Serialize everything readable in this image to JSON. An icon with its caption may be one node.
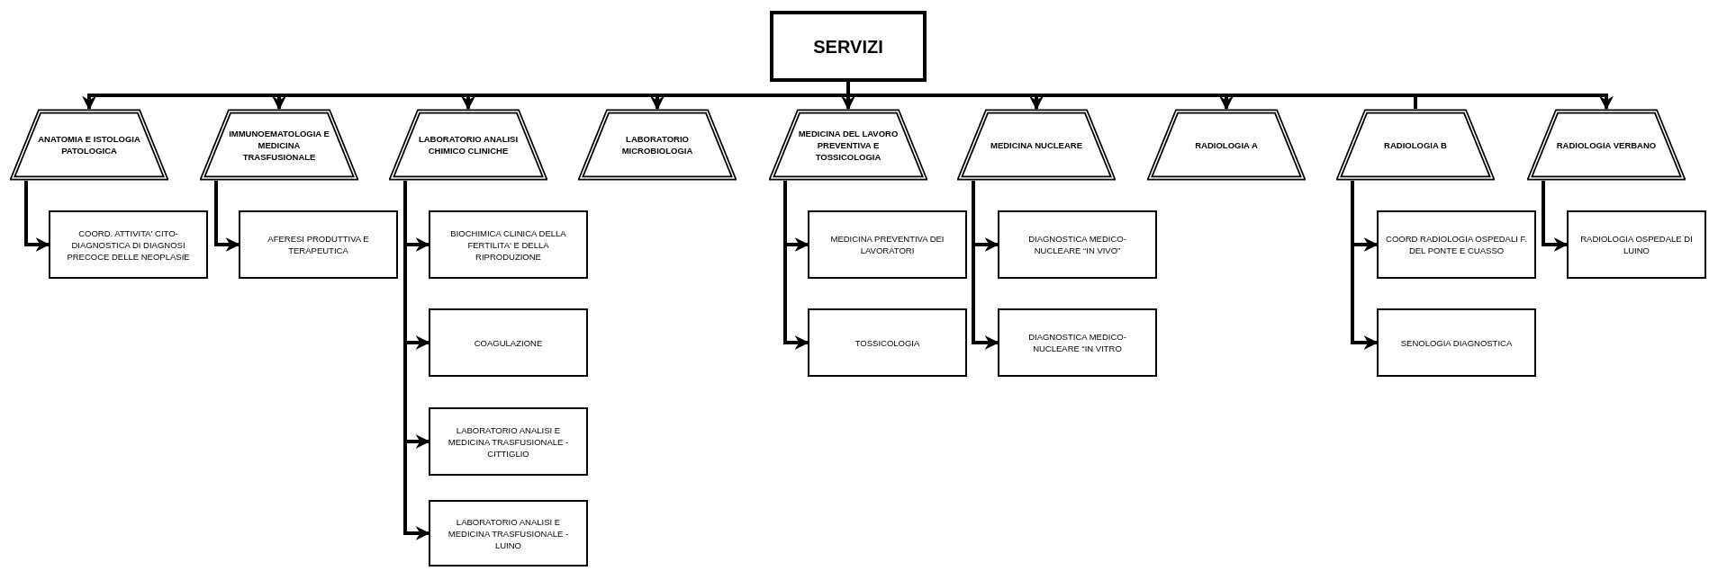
{
  "diagram": {
    "nodes": [
      {
        "text": [
          "SERVIZI"
        ]
      },
      {
        "text": [
          "ANATOMIA E ISTOLOGIA PATOLOGICA"
        ]
      },
      {
        "text": [
          "IMMUNOEMATOLOGIA E MEDICINA TRASFUSIONALE"
        ]
      },
      {
        "text": [
          "LABORATORIO ANALISI CHIMICO CLINICHE"
        ]
      },
      {
        "text": [
          "LABORATORIO MICROBIOLOGIA"
        ]
      },
      {
        "text": [
          "MEDICINA DEL LAVORO PREVENTIVA E TOSSICOLOGIA"
        ]
      },
      {
        "text": [
          "MEDICINA NUCLEARE"
        ]
      },
      {
        "text": [
          "RADIOLOGIA A"
        ]
      },
      {
        "text": [
          "RADIOLOGIA B"
        ]
      },
      {
        "text": [
          "RADIOLOGIA VERBANO"
        ]
      },
      {
        "text": [
          "COORD. ATTIVITA' CITO-DIAGNOSTICA DI DIAGNOSI PRECOCE DELLE NEOPLASIE"
        ]
      },
      {
        "text": [
          "AFERESI PRODUTTIVA E TERAPEUTICA"
        ]
      },
      {
        "text": [
          "BIOCHIMICA CLINICA DELLA FERTILITA' E DELLA RIPRODUZIONE"
        ]
      },
      {
        "text": [
          "COAGULAZIONE"
        ]
      },
      {
        "text": [
          "LABORATORIO ANALISI E MEDICINA TRASFUSIONALE - CITTIGLIO"
        ]
      },
      {
        "text": [
          "LABORATORIO ANALISI E MEDICINA TRASFUSIONALE - LUINO"
        ]
      },
      {
        "text": [
          "MEDICINA PREVENTIVA DEI LAVORATORI"
        ]
      },
      {
        "text": [
          "TOSSICOLOGIA"
        ]
      },
      {
        "text": [
          "DIAGNOSTICA MEDICO-NUCLEARE “IN VIVO”"
        ]
      },
      {
        "text": [
          "DIAGNOSTICA MEDICO-NUCLEARE “IN VITRO"
        ]
      },
      {
        "text": [
          "COORD RADIOLOGIA OSPEDALI F. DEL PONTE E CUASSO"
        ]
      },
      {
        "text": [
          "SENOLOGIA DIAGNOSTICA"
        ]
      },
      {
        "text": [
          "RADIOLOGIA OSPEDALE DI LUINO"
        ]
      }
    ],
    "edges": [
      {
        "from": 0,
        "to": 1,
        "arrow": "to"
      },
      {
        "from": 0,
        "to": 2,
        "arrow": "to"
      },
      {
        "from": 0,
        "to": 3,
        "arrow": "to"
      },
      {
        "from": 0,
        "to": 4,
        "arrow": "to"
      },
      {
        "from": 0,
        "to": 5,
        "arrow": "to"
      },
      {
        "from": 0,
        "to": 6,
        "arrow": "to"
      },
      {
        "from": 0,
        "to": 7,
        "arrow": "to"
      },
      {
        "from": 0,
        "to": 8,
        "arrow": "none"
      },
      {
        "from": 0,
        "to": 9,
        "arrow": "to"
      },
      {
        "from": 1,
        "to": 10,
        "arrow": "to"
      },
      {
        "from": 2,
        "to": 11,
        "arrow": "to"
      },
      {
        "from": 3,
        "to": 12,
        "arrow": "to"
      },
      {
        "from": 3,
        "to": 13,
        "arrow": "to"
      },
      {
        "from": 3,
        "to": 14,
        "arrow": "to"
      },
      {
        "from": 3,
        "to": 15,
        "arrow": "to"
      },
      {
        "from": 5,
        "to": 16,
        "arrow": "to"
      },
      {
        "from": 5,
        "to": 17,
        "arrow": "to"
      },
      {
        "from": 6,
        "to": 18,
        "arrow": "to"
      },
      {
        "from": 6,
        "to": 19,
        "arrow": "to"
      },
      {
        "from": 8,
        "to": 20,
        "arrow": "to"
      },
      {
        "from": 8,
        "to": 21,
        "arrow": "to"
      },
      {
        "from": 9,
        "to": 22,
        "arrow": "to"
      }
    ]
  }
}
